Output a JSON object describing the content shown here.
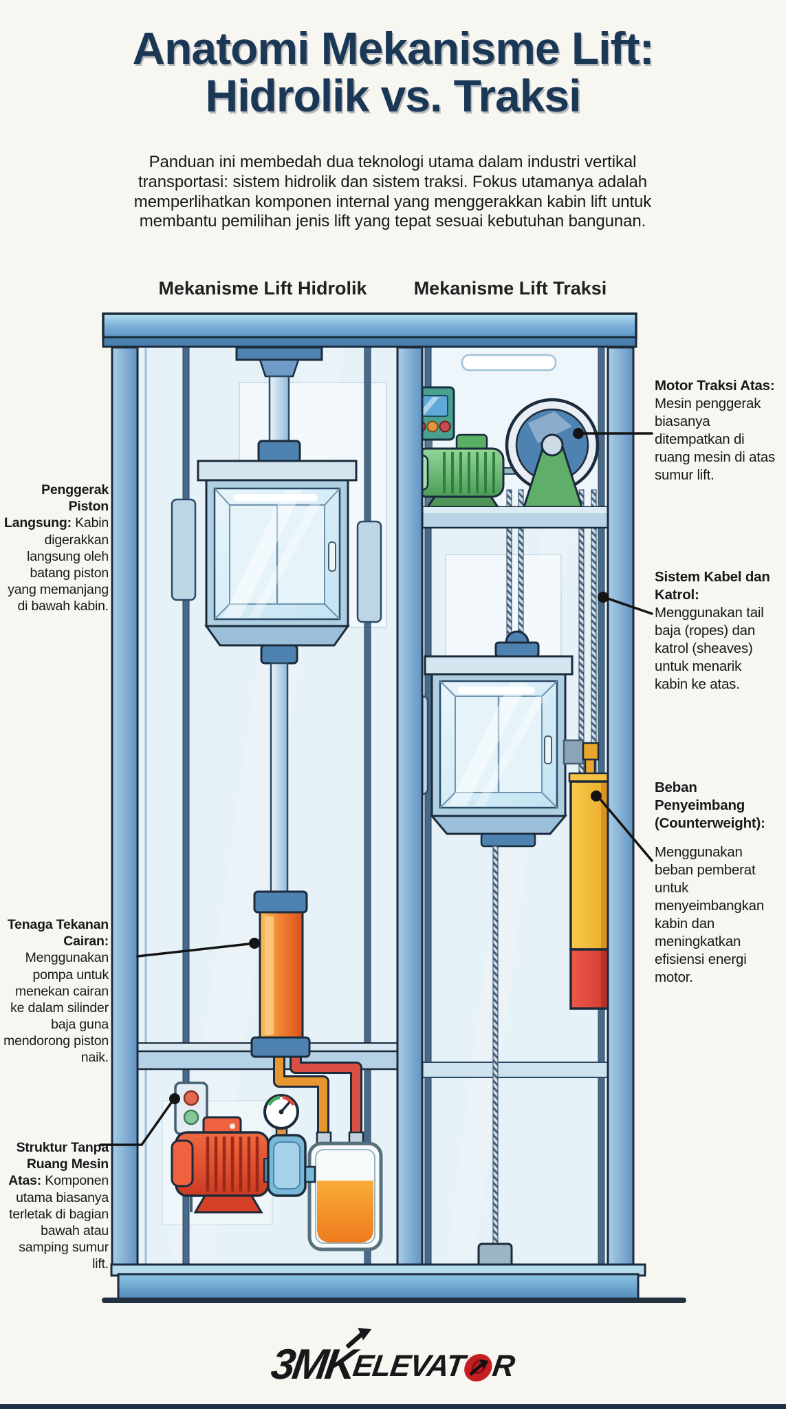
{
  "header": {
    "title_line1": "Anatomi Mekanisme Lift:",
    "title_line2": "Hidrolik vs. Traksi",
    "intro": "Panduan ini membedah dua teknologi utama dalam industri vertikal transportasi: sistem hidrolik dan sistem traksi. Fokus utamanya adalah memperlihatkan komponen internal yang menggerakkan kabin lift untuk membantu pemilihan jenis lift yang tepat sesuai kebutuhan bangunan."
  },
  "columns": {
    "left_heading": "Mekanisme Lift Hidrolik",
    "right_heading": "Mekanisme Lift Traksi"
  },
  "labels": {
    "piston": {
      "title": "Penggerak Piston Langsung:",
      "body": "Kabin digerakkan langsung oleh batang piston yang memanjang di bawah kabin."
    },
    "fluid": {
      "title": "Tenaga Tekanan Cairan:",
      "body": "Menggunakan pompa untuk menekan cairan ke dalam silinder baja guna mendorong piston naik."
    },
    "mrl": {
      "title": "Struktur Tanpa Ruang Mesin Atas:",
      "body": "Komponen utama biasanya terletak di bagian bawah atau samping sumur lift."
    },
    "motor": {
      "title": "Motor Traksi Atas:",
      "body": "Mesin penggerak biasanya ditempatkan di ruang mesin di atas sumur lift."
    },
    "ropes": {
      "title": "Sistem Kabel dan Katrol:",
      "body": "Menggunakan tail baja (ropes) dan katrol (sheaves) untuk menarik kabin ke atas."
    },
    "counterweight": {
      "title": "Beban Penyeimbang (Counterweight):",
      "body": "Menggunakan beban pemberat untuk menyeimbangkan kabin dan meningkatkan efisiensi energi motor."
    }
  },
  "footer": {
    "logo_part1": "3MK",
    "logo_pre": "ELEVAT",
    "logo_o": "O",
    "logo_post": "R",
    "icons": {
      "k_arrow": "arrow-up-right",
      "o_arrow": "arrow-up-right"
    }
  },
  "colors": {
    "title_navy": "#1b3756",
    "frame_blue": "#5e96c8",
    "glass_blue": "#cfe8f4",
    "cylinder_orange": "#f08030",
    "pump_red": "#d9442c",
    "oil_orange": "#f29a2e",
    "motor_green": "#67bd6e",
    "sheave_blue": "#4e82b0",
    "counterweight_yellow": "#f2b437",
    "counterweight_red": "#e04438",
    "indicator_red": "#e06a52",
    "indicator_green": "#82c898",
    "logo_black": "#17181a",
    "logo_red": "#c41e22"
  }
}
